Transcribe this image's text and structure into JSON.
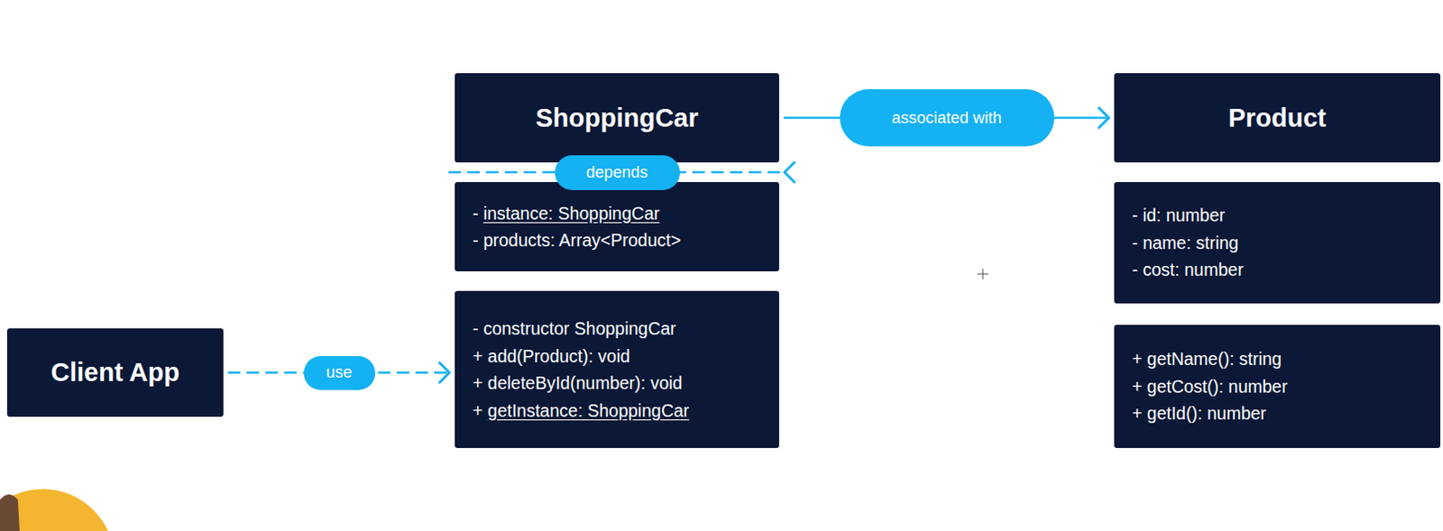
{
  "diagram": {
    "nodes": [
      {
        "text": [
          "ShoppingCar"
        ]
      },
      {
        "text": [
          "- instance: ShoppingCar",
          "- products: Array<Product>"
        ]
      },
      {
        "text": [
          "- constructor ShoppingCar",
          "+ add(Product): void",
          "+ deleteById(number): void",
          "+ getInstance: ShoppingCar"
        ]
      },
      {
        "text": [
          "Product"
        ]
      },
      {
        "text": [
          "- id: number",
          "- name: string",
          "- cost: number"
        ]
      },
      {
        "text": [
          "+ getName(): string",
          "+ getCost(): number",
          "+ getId(): number"
        ]
      },
      {
        "text": [
          "Client App"
        ]
      }
    ],
    "edges": [
      {
        "from": 1,
        "to": 0,
        "label": "depends",
        "arrow": "to"
      },
      {
        "from": 0,
        "to": 3,
        "label": "associated with",
        "arrow": "to"
      },
      {
        "from": 6,
        "to": 2,
        "label": "use",
        "arrow": "to"
      }
    ]
  }
}
